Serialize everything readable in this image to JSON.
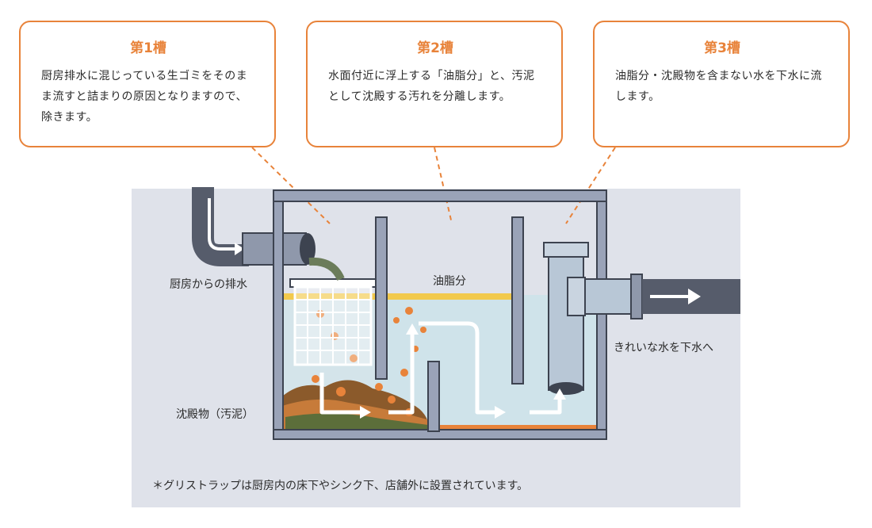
{
  "tanks": [
    {
      "title": "第1槽",
      "text": "厨房排水に混じっている生ゴミをそのまま流すと詰まりの原因となりますので、除きます。"
    },
    {
      "title": "第2槽",
      "text": "水面付近に浮上する「油脂分」と、汚泥として沈殿する汚れを分離します。"
    },
    {
      "title": "第3槽",
      "text": "油脂分・沈殿物を含まない水を下水に流します。"
    }
  ],
  "labels": {
    "inlet": "厨房からの排水",
    "sediment": "沈殿物（汚泥）",
    "grease": "油脂分",
    "outlet": "きれいな水を下水へ"
  },
  "note": "＊グリストラップは厨房内の床下やシンク下、店舗外に設置されています。",
  "colors": {
    "accent": "#e8833a",
    "water": "#cfe3ea",
    "grease": "#f2c94c",
    "pipe": "#565c6b",
    "tank_wall": "#9aa3b8"
  }
}
